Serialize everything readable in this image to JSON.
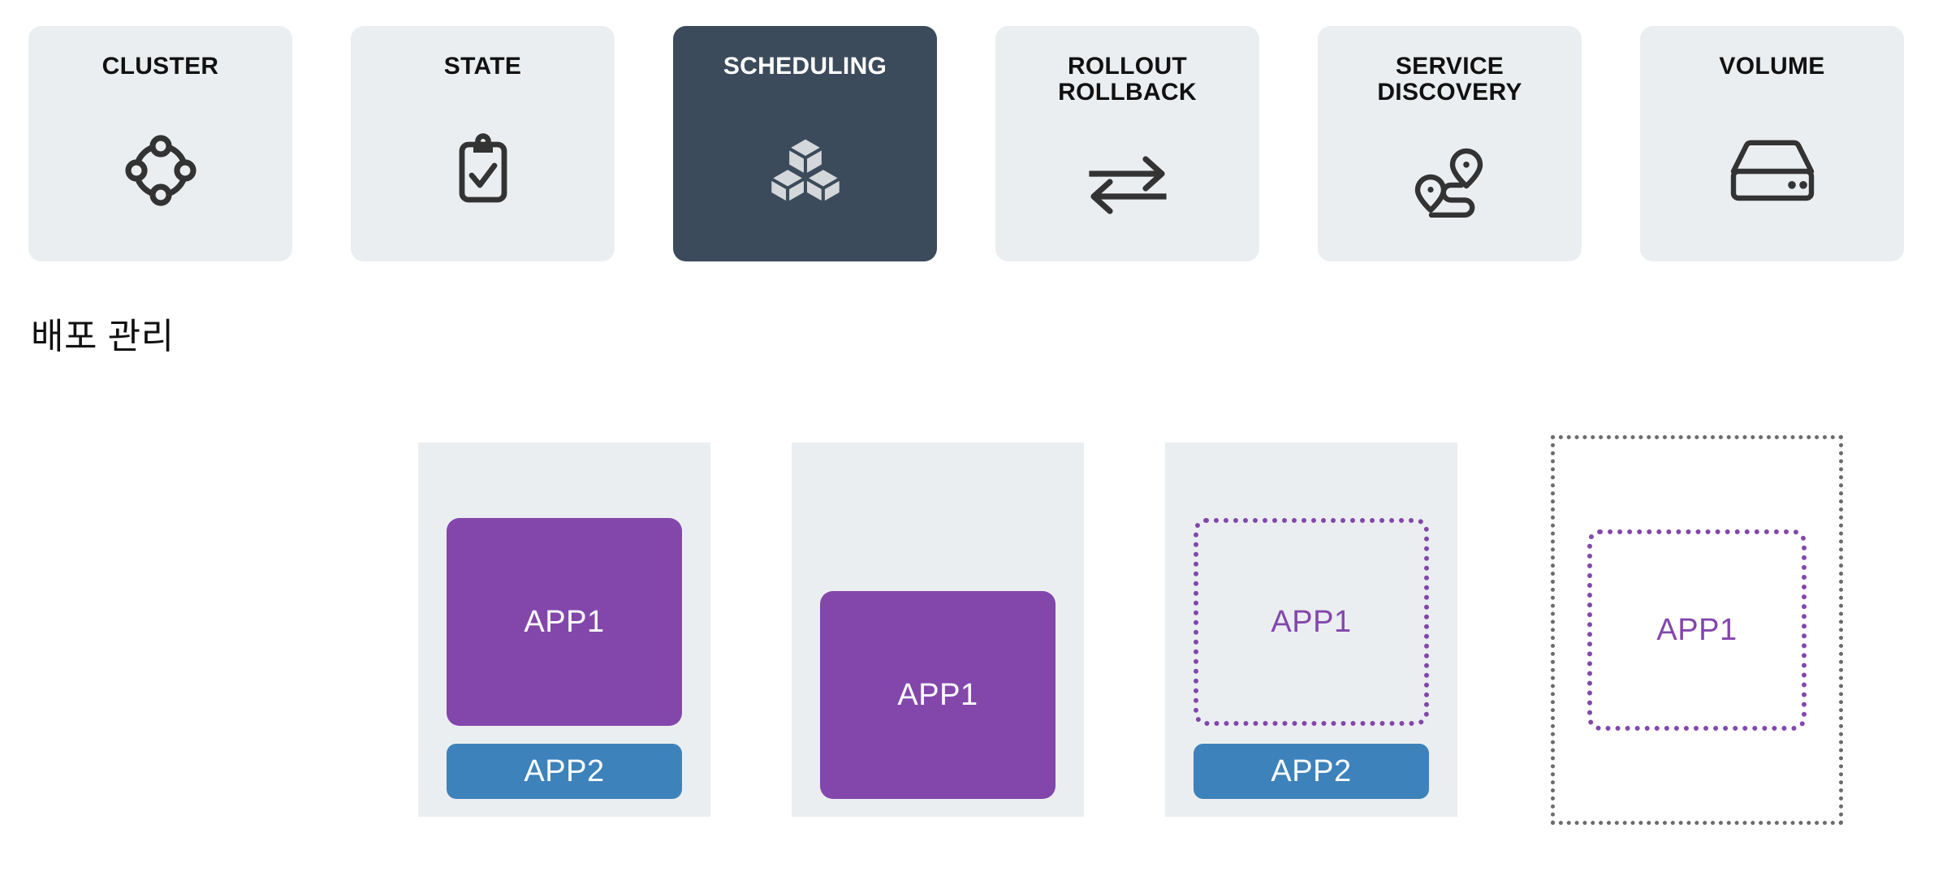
{
  "concepts": {
    "cards": [
      {
        "label": "CLUSTER",
        "icon": "cluster-ring-icon",
        "active": false
      },
      {
        "label": "STATE",
        "icon": "clipboard-check-icon",
        "active": false
      },
      {
        "label": "SCHEDULING",
        "icon": "cubes-icon",
        "active": true
      },
      {
        "label": "ROLLOUT\nROLLBACK",
        "icon": "swap-arrows-icon",
        "active": false
      },
      {
        "label": "SERVICE\nDISCOVERY",
        "icon": "route-pins-icon",
        "active": false
      },
      {
        "label": "VOLUME",
        "icon": "hard-drive-icon",
        "active": false
      }
    ]
  },
  "section": {
    "title": "배포 관리"
  },
  "deployment": {
    "panels": [
      {
        "name": "node-app1-app2",
        "style": "filled",
        "blocks": [
          {
            "label": "APP1",
            "kind": "app1",
            "fill": "solid"
          },
          {
            "label": "APP2",
            "kind": "app2",
            "fill": "solid"
          }
        ]
      },
      {
        "name": "node-app1-only",
        "style": "filled",
        "blocks": [
          {
            "label": "APP1",
            "kind": "app1",
            "fill": "solid"
          }
        ]
      },
      {
        "name": "node-app1-ghost-app2",
        "style": "filled",
        "blocks": [
          {
            "label": "APP1",
            "kind": "app1",
            "fill": "dotted"
          },
          {
            "label": "APP2",
            "kind": "app2",
            "fill": "solid"
          }
        ]
      },
      {
        "name": "node-outlined-app1-ghost",
        "style": "outlined",
        "blocks": [
          {
            "label": "APP1",
            "kind": "app1",
            "fill": "dotted"
          }
        ]
      }
    ]
  },
  "colors": {
    "card_background": "#ebeef0",
    "card_active_background": "#3c4b5b",
    "icon_dark": "#333333",
    "icon_light": "#d5d8da",
    "app1_purple": "#8347ac",
    "app2_blue": "#3d82bb",
    "panel_background": "#ebeef0",
    "dotted_gray": "#6b6b6b",
    "text_dark": "#111111",
    "text_light": "#ffffff"
  }
}
